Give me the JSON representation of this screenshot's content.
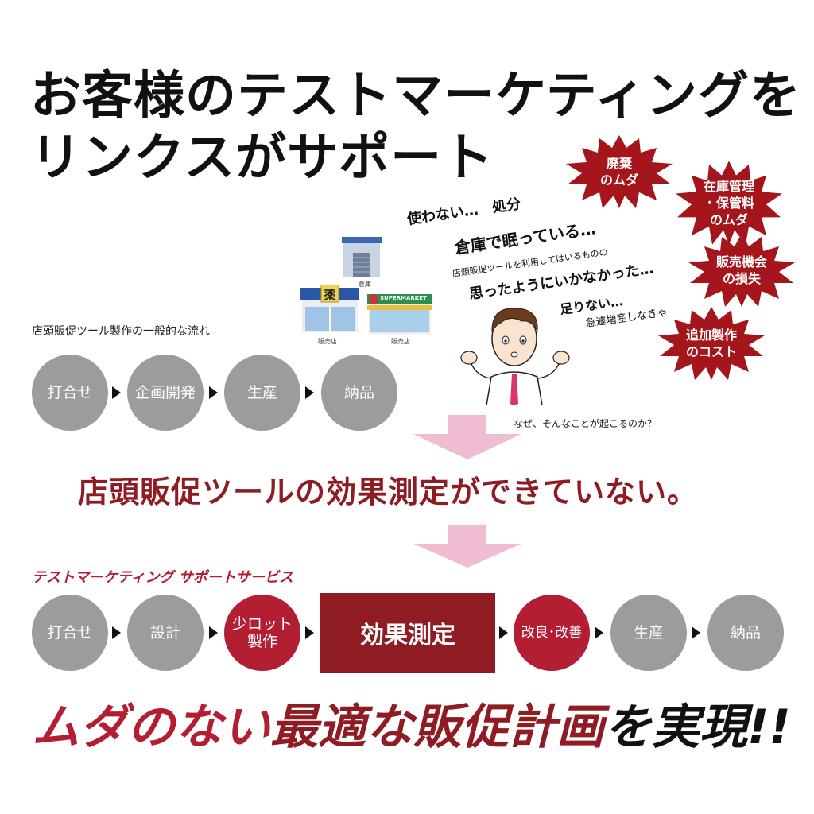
{
  "headline": {
    "line1": "お客様のテストマーケティングを",
    "line2": "リンクスがサポート"
  },
  "general_flow": {
    "label": "店頭販促ツール製作の一般的な流れ",
    "steps": [
      "打合せ",
      "企画開発",
      "生産",
      "納品"
    ]
  },
  "stores": {
    "warehouse_label": "倉庫",
    "store1_sign": "薬",
    "store1_label": "販売店",
    "store2_sign": "SUPERMARKET",
    "store2_label": "販売店"
  },
  "worries": {
    "w1": "使わない…　処分",
    "w2": "倉庫で眠っている…",
    "w3_small": "店頭販促ツールを利用してはいるものの",
    "w3_big": "思ったようにいかなかった…",
    "w4_big": "足りない…",
    "w4_small": "急遽増産しなきゃ"
  },
  "bursts": [
    {
      "text": "廃棄\nのムダ"
    },
    {
      "text": "在庫管理\n・保管料\nのムダ"
    },
    {
      "text": "販売機会\nの損失"
    },
    {
      "text": "追加製作\nのコスト"
    }
  ],
  "question": "なぜ、そんなことが起こるのか？",
  "conclusion": "店頭販促ツールの効果測定ができていない。",
  "service": {
    "title": "テストマーケティング サポートサービス",
    "steps": [
      "打合せ",
      "設計",
      "少ロット\n製作",
      "効果測定",
      "改良･改善",
      "生産",
      "納品"
    ]
  },
  "final": {
    "part1": "ムダのない",
    "part2": "最適な販促計画",
    "part3": "を実現!!"
  },
  "colors": {
    "red": "#b41e32",
    "dark_red": "#8e1c22",
    "gray": "#9c9c9c",
    "pink_arrow": "#f0bcd2"
  }
}
